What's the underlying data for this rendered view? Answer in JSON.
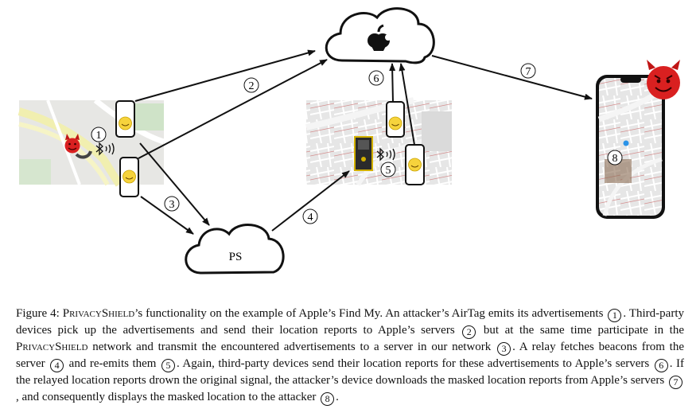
{
  "figure": {
    "ps_label": "PS",
    "steps": [
      "1",
      "2",
      "3",
      "4",
      "5",
      "6",
      "7",
      "8"
    ]
  },
  "caption": {
    "p1": "Figure 4: ",
    "name1": "PrivacyShield",
    "p2": "’s functionality on the example of Apple’s Find My. An attacker’s AirTag emits its advertisements ",
    "n1": "1",
    "p3": ". Third-party devices pick up the advertisements and send their location reports to Apple’s servers ",
    "n2": "2",
    "p4": " but at the same time participate in the ",
    "name2": "PrivacyShield",
    "p5": " network and transmit the encountered advertisements to a server in our network ",
    "n3": "3",
    "p6": ". A relay fetches beacons from the server ",
    "n4": "4",
    "p7": " and re-emits them ",
    "n5": "5",
    "p8": ". Again, third-party devices send their location reports for these advertisements to Apple’s servers ",
    "n6": "6",
    "p9": ". If the relayed location reports drown the original signal, the attacker’s device downloads the masked location reports from Apple’s servers ",
    "n7": "7",
    "p10": ", and consequently displays the masked location to the attacker ",
    "n8": "8",
    "p11": "."
  }
}
